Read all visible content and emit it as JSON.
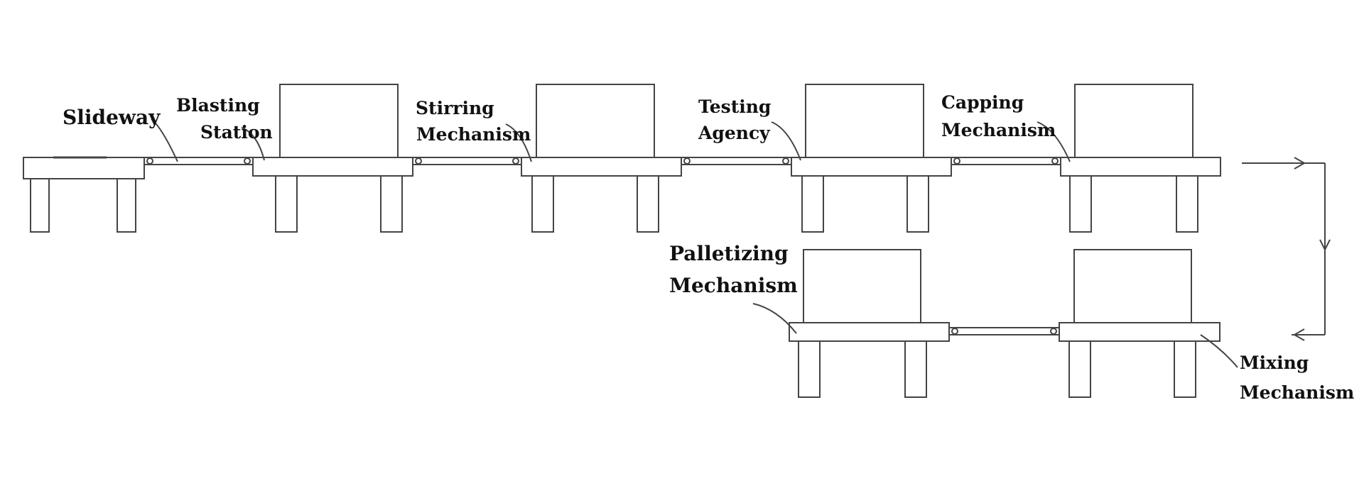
{
  "title": "",
  "colors": {
    "line": "#444444",
    "text": "#111111",
    "background": "#ffffff"
  },
  "labels": {
    "slideway": [
      "Slideway"
    ],
    "blasting_station": [
      "Blasting",
      "Station"
    ],
    "stirring_mechanism": [
      "Stirring",
      "Mechanism"
    ],
    "testing_agency": [
      "Testing",
      "Agency"
    ],
    "capping_mechanism": [
      "Capping",
      "Mechanism"
    ],
    "palletizing_mechanism": [
      "Palletizing",
      "Mechanism"
    ],
    "mixing_mechanism": [
      "Mixing",
      "Mechanism"
    ]
  }
}
